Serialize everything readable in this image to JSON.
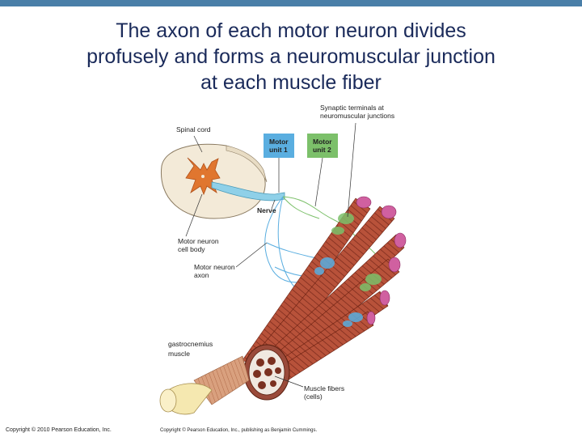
{
  "slide": {
    "title_lines": [
      "The axon of each motor neuron divides",
      "profusely and forms a neuromuscular junction",
      "at each muscle fiber"
    ],
    "copyright": "Copyright © 2010 Pearson Education, Inc."
  },
  "figure": {
    "labels": {
      "synaptic_terminals": [
        "Synaptic terminals at",
        "neuromuscular junctions"
      ],
      "spinal_cord": "Spinal cord",
      "motor_unit_1": [
        "Motor",
        "unit 1"
      ],
      "motor_unit_2": [
        "Motor",
        "unit 2"
      ],
      "nerve": "Nerve",
      "motor_neuron_cell_body": [
        "Motor neuron",
        "cell body"
      ],
      "motor_neuron_axon": [
        "Motor neuron",
        "axon"
      ],
      "gastrocnemius": [
        "gastrocnemius",
        "muscle"
      ],
      "muscle_fibers": [
        "Muscle fibers",
        "(cells)"
      ],
      "publisher_credit": "Copyright © Pearson Education, Inc., publishing as Benjamin Cummings."
    },
    "colors": {
      "motor_unit_1": "#5aaee0",
      "motor_unit_2": "#7cc06a",
      "muscle": "#b8523a",
      "fiber_end": "#d060a0",
      "gray_matter": "#e0762f",
      "nerve": "#8fd0e8"
    }
  }
}
